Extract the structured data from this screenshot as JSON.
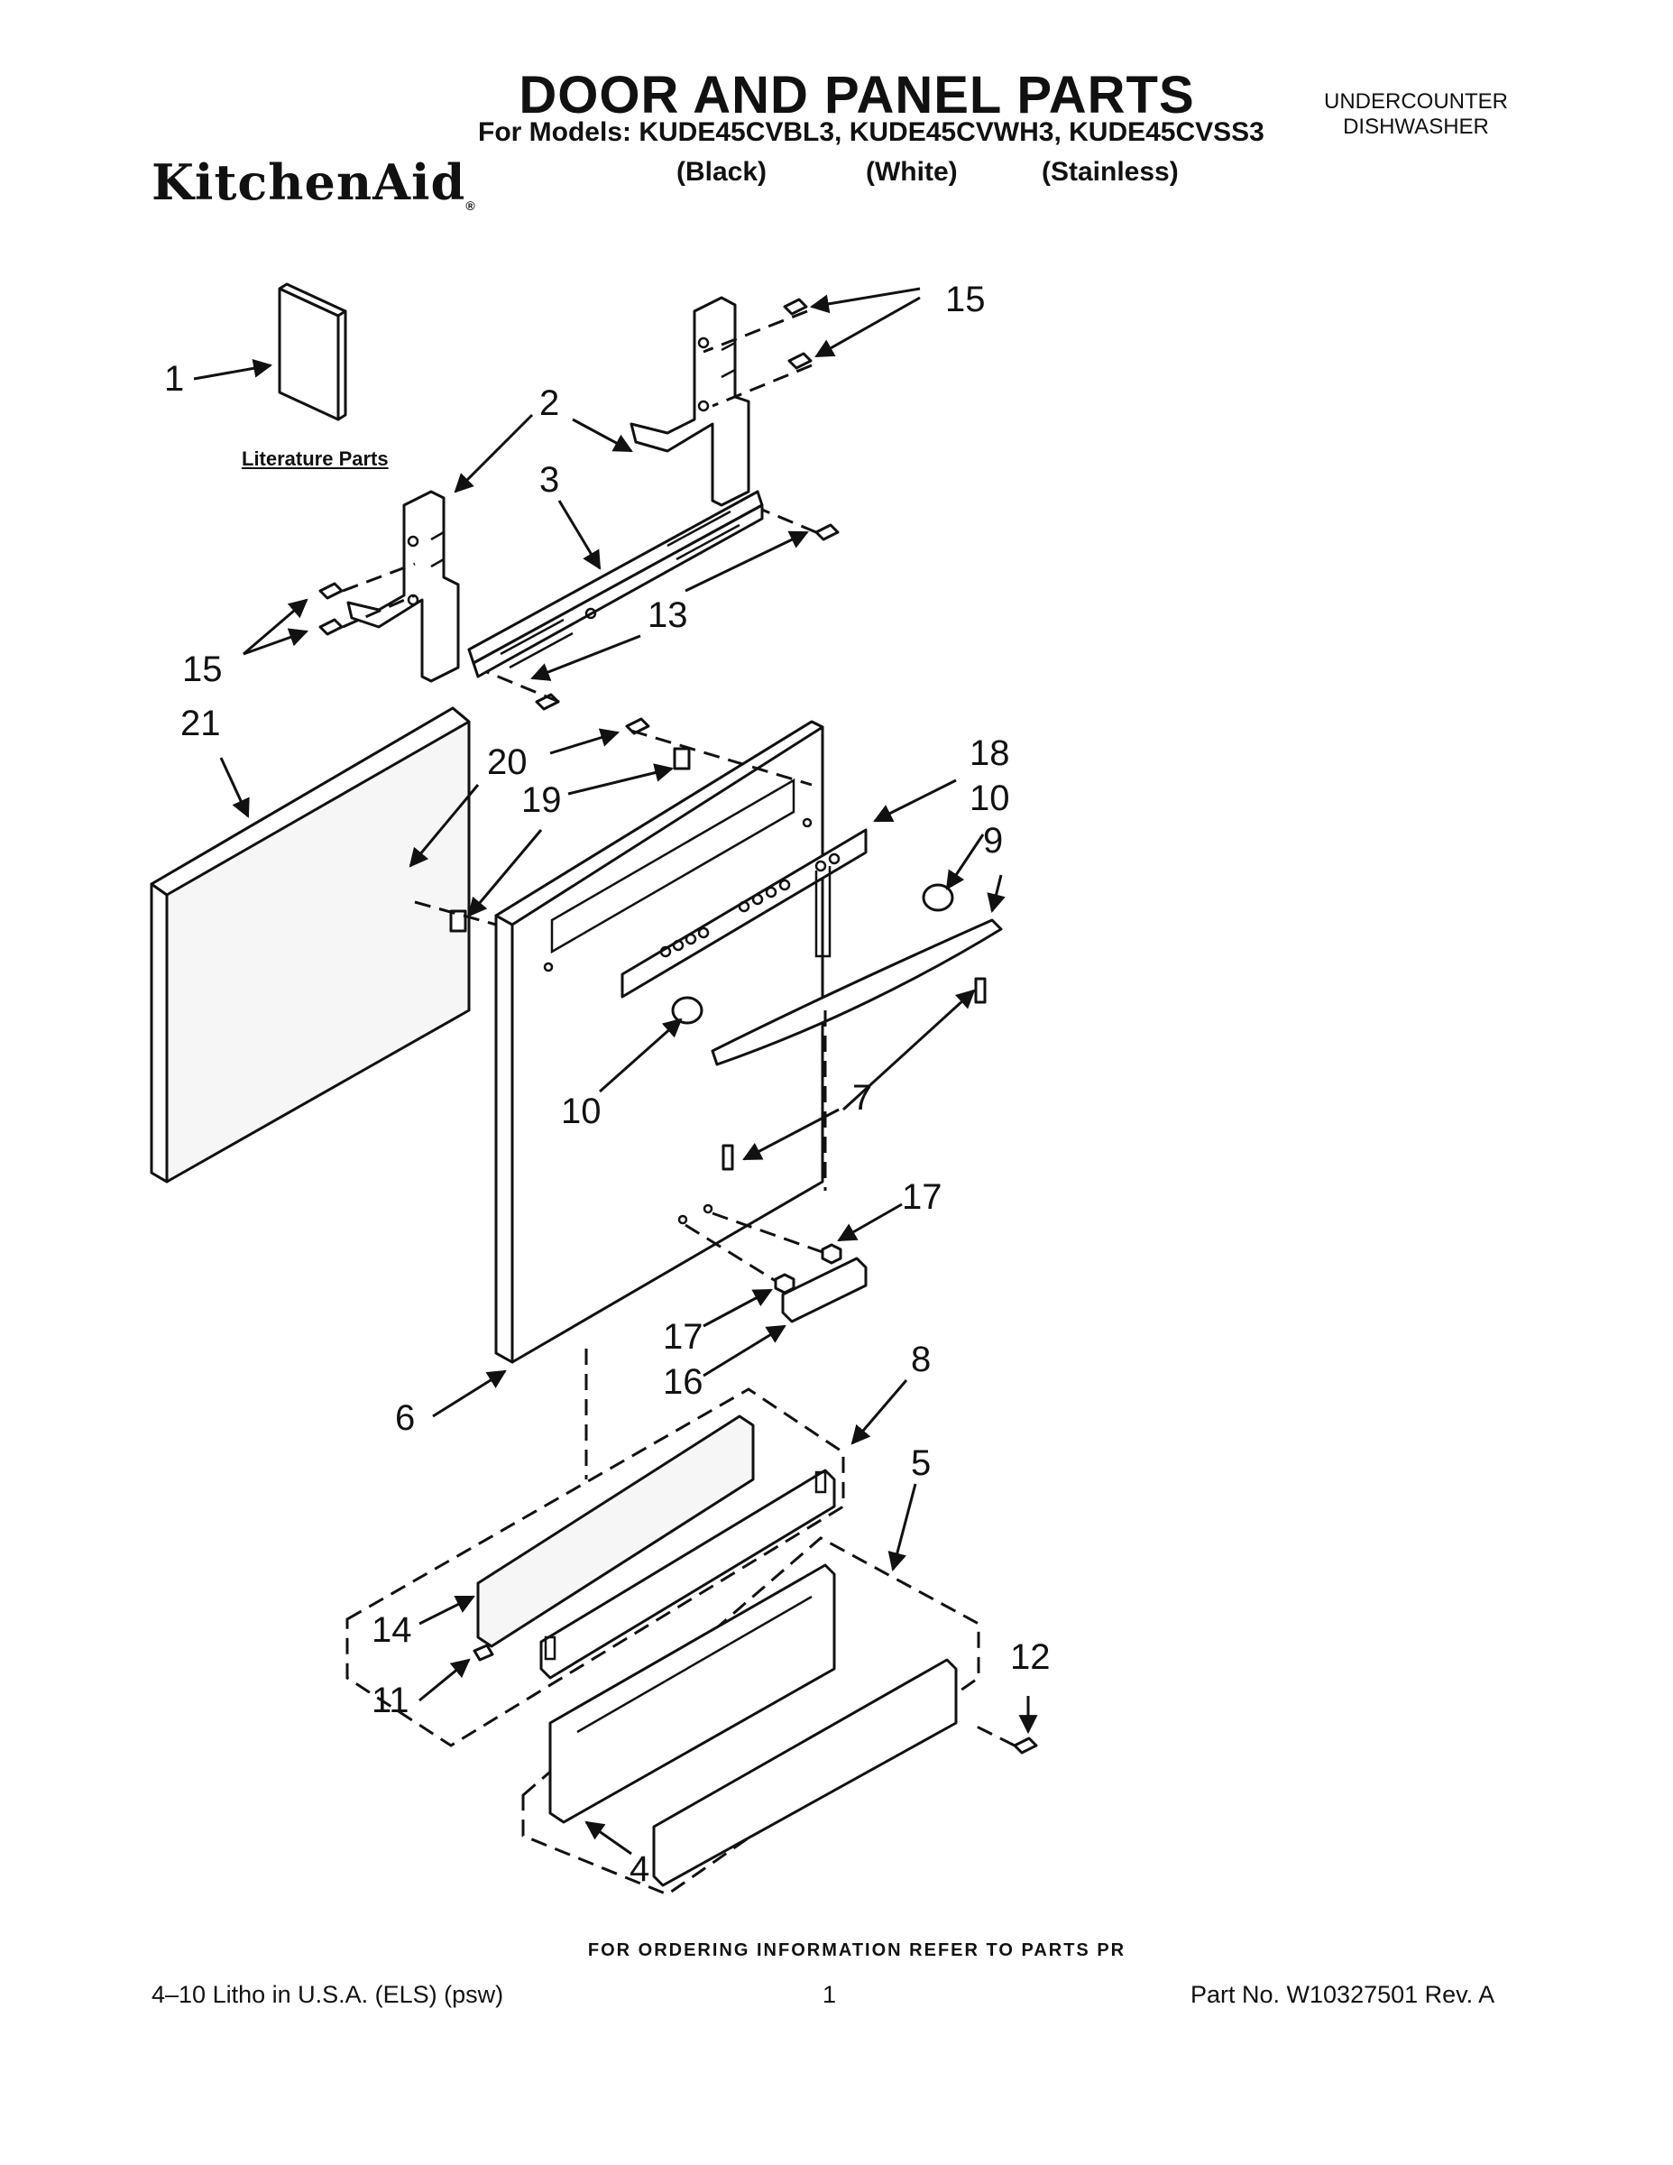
{
  "header": {
    "title": "DOOR AND PANEL PARTS",
    "models": "For Models: KUDE45CVBL3, KUDE45CVWH3, KUDE45CVSS3",
    "finishes": [
      "(Black)",
      "(White)",
      "(Stainless)"
    ],
    "product_type": [
      "UNDERCOUNTER",
      "DISHWASHER"
    ],
    "brand": "KitchenAid"
  },
  "diagram": {
    "literature_label": "Literature Parts",
    "callouts": [
      "1",
      "2",
      "3",
      "4",
      "5",
      "6",
      "7",
      "8",
      "9",
      "10",
      "10",
      "11",
      "12",
      "13",
      "14",
      "15",
      "15",
      "16",
      "17",
      "17",
      "18",
      "19",
      "20",
      "21"
    ]
  },
  "ordering_note": "FOR ORDERING INFORMATION REFER TO PARTS PR",
  "footer": {
    "left": "4–10 Litho in U.S.A. (ELS) (psw)",
    "page": "1",
    "right": "Part No. W10327501 Rev. A"
  }
}
